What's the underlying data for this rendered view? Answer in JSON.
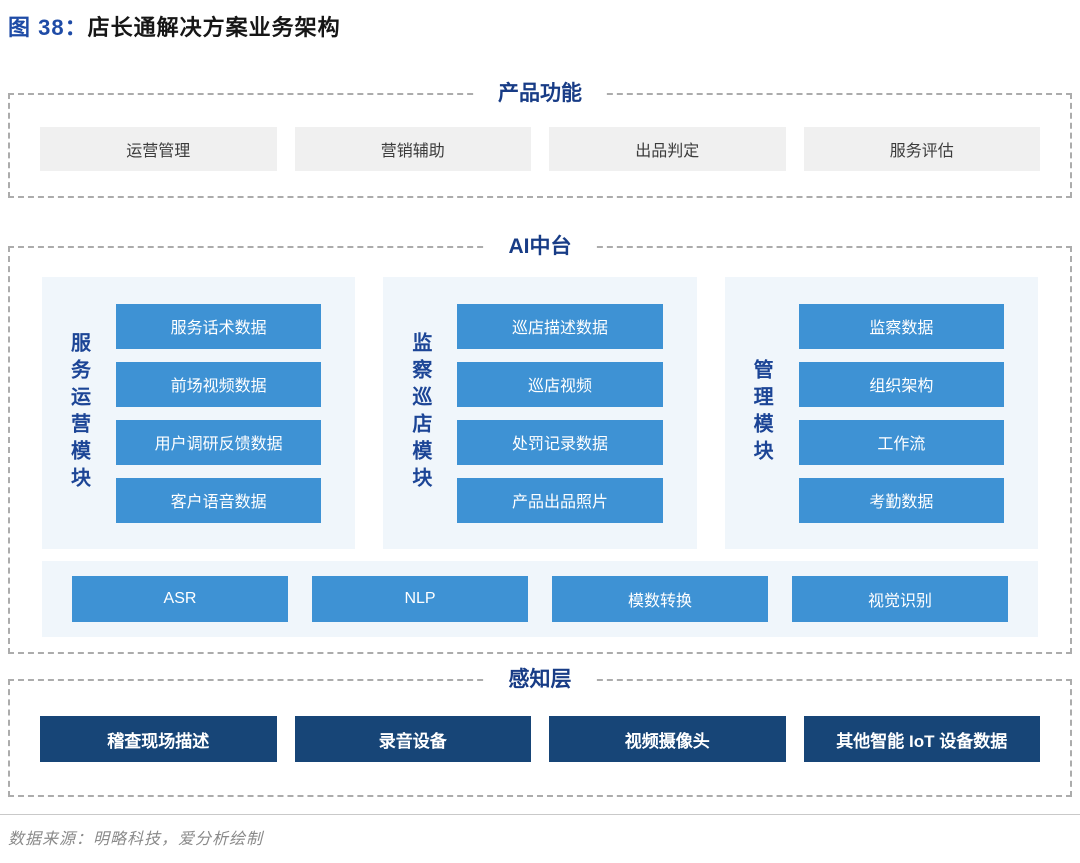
{
  "page": {
    "figure_label": "图 38：",
    "title": "店长通解决方案业务架构",
    "source_note": "数据来源：明略科技，爱分析绘制"
  },
  "sections": {
    "product_features": {
      "title": "产品功能",
      "items": [
        "运营管理",
        "营销辅助",
        "出品判定",
        "服务评估"
      ]
    },
    "ai_platform": {
      "title": "AI中台",
      "modules": [
        {
          "name": "服务运营模块",
          "items": [
            "服务话术数据",
            "前场视频数据",
            "用户调研反馈数据",
            "客户语音数据"
          ]
        },
        {
          "name": "监察巡店模块",
          "items": [
            "巡店描述数据",
            "巡店视频",
            "处罚记录数据",
            "产品出品照片"
          ]
        },
        {
          "name": "管理模块",
          "items": [
            "监察数据",
            "组织架构",
            "工作流",
            "考勤数据"
          ]
        }
      ],
      "capabilities": [
        "ASR",
        "NLP",
        "模数转换",
        "视觉识别"
      ]
    },
    "perception_layer": {
      "title": "感知层",
      "items": [
        "稽查现场描述",
        "录音设备",
        "视频摄像头",
        "其他智能 IoT 设备数据"
      ]
    }
  },
  "colors": {
    "figure_label_blue": "#1E4BA6",
    "section_header_blue": "#183C86",
    "module_label_blue": "#1C4596",
    "item_box_blue": "#3E92D4",
    "panel_light_blue": "#F0F6FB",
    "perception_navy": "#174577",
    "gray_box": "#F0F0F0",
    "dashed_border_gray": "#ACACAC",
    "source_note_gray": "#8A8A8A"
  }
}
